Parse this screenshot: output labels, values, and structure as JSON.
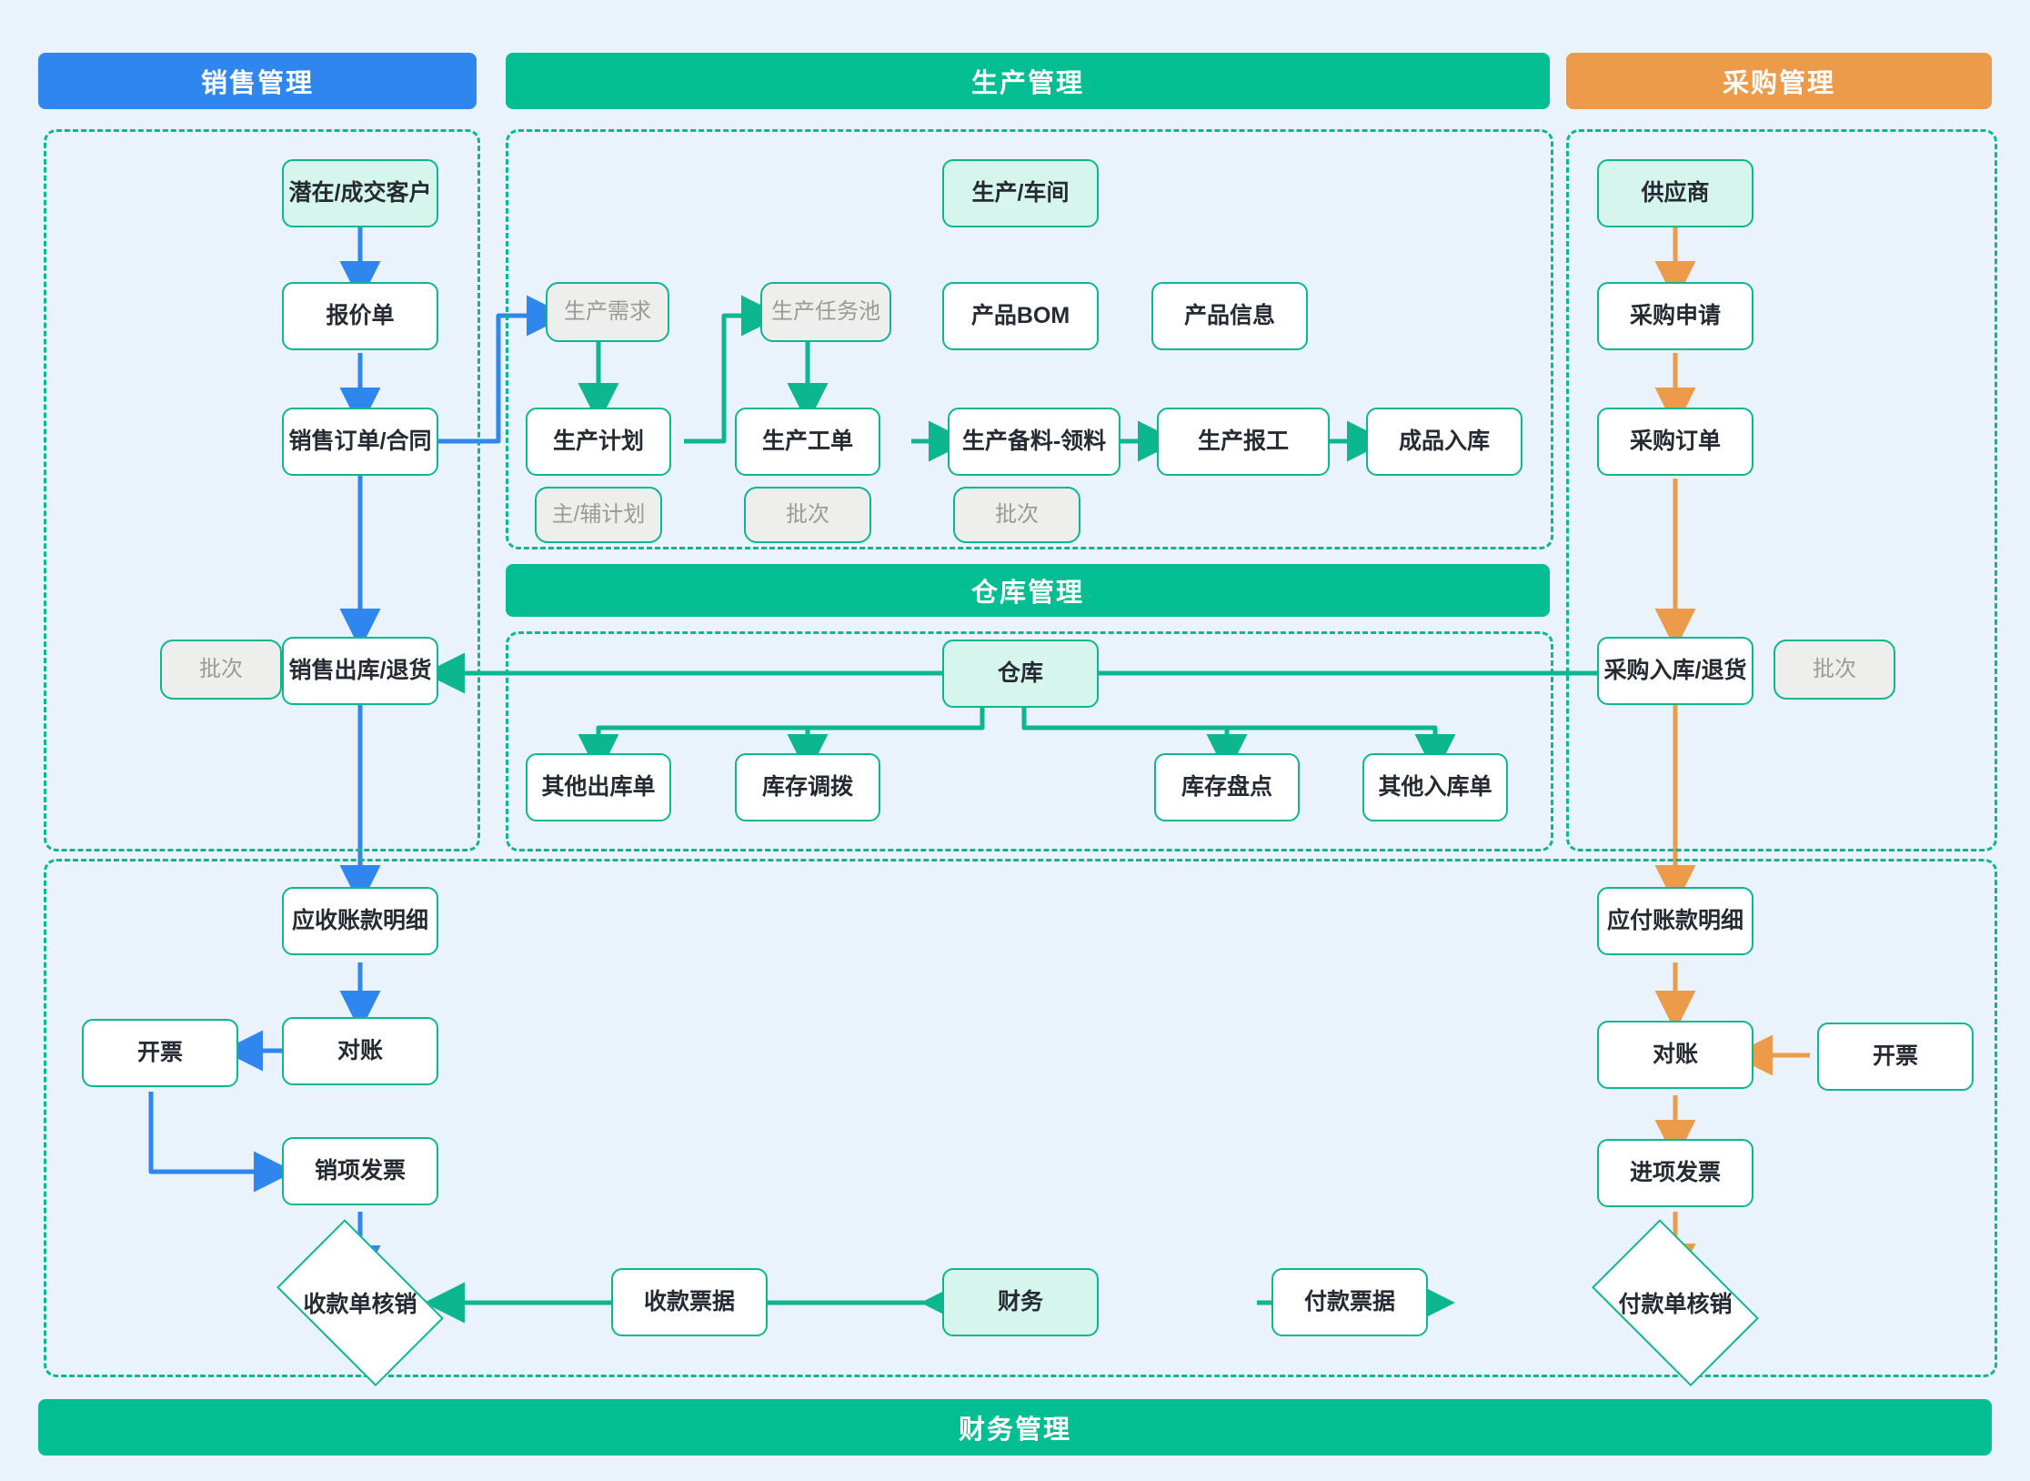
{
  "sections": {
    "sales": {
      "title": "销售管理",
      "color": "#2f86ef"
    },
    "production": {
      "title": "生产管理",
      "color": "#03bd93"
    },
    "purchase": {
      "title": "采购管理",
      "color": "#eb9b4a"
    },
    "warehouse": {
      "title": "仓库管理",
      "color": "#03bd93"
    },
    "finance": {
      "title": "财务管理",
      "color": "#03bd93"
    }
  },
  "nodes": {
    "sales_customer": "潜在/成交客户",
    "sales_quote": "报价单",
    "sales_order": "销售订单/合同",
    "sales_batch": "批次",
    "sales_outbound": "销售出库/退货",
    "prod_workshop": "生产/车间",
    "prod_demand": "生产需求",
    "prod_task_pool": "生产任务池",
    "prod_bom": "产品BOM",
    "prod_product_info": "产品信息",
    "prod_plan": "生产计划",
    "prod_plan_tag": "主/辅计划",
    "prod_work_order": "生产工单",
    "prod_work_order_tag": "批次",
    "prod_material": "生产备料-领料",
    "prod_material_tag": "批次",
    "prod_report": "生产报工",
    "prod_finished_in": "成品入库",
    "wh_warehouse": "仓库",
    "wh_other_out": "其他出库单",
    "wh_transfer": "库存调拨",
    "wh_stocktake": "库存盘点",
    "wh_other_in": "其他入库单",
    "pur_supplier": "供应商",
    "pur_request": "采购申请",
    "pur_order": "采购订单",
    "pur_inbound": "采购入库/退货",
    "pur_batch": "批次",
    "fin_ar_detail": "应收账款明细",
    "fin_ar_recon": "对账",
    "fin_ar_invoice_btn": "开票",
    "fin_ar_output_invoice": "销项发票",
    "fin_receipt_writeoff": "收款单核销",
    "fin_receipt_doc": "收款票据",
    "fin_finance": "财务",
    "fin_payment_doc": "付款票据",
    "fin_payment_writeoff": "付款单核销",
    "fin_ap_detail": "应付账款明细",
    "fin_ap_recon": "对账",
    "fin_ap_invoice_btn": "开票",
    "fin_ap_input_invoice": "进项发票"
  },
  "colors": {
    "background": "#eaf2fb",
    "flow_blue": "#2f86ef",
    "flow_green": "#0cb78f",
    "flow_orange": "#eb9b4a",
    "node_border": "#0cb78f",
    "node_tint": "#d6f5ec",
    "node_muted": "#eeeeec",
    "muted_text": "#9a9a9a"
  }
}
